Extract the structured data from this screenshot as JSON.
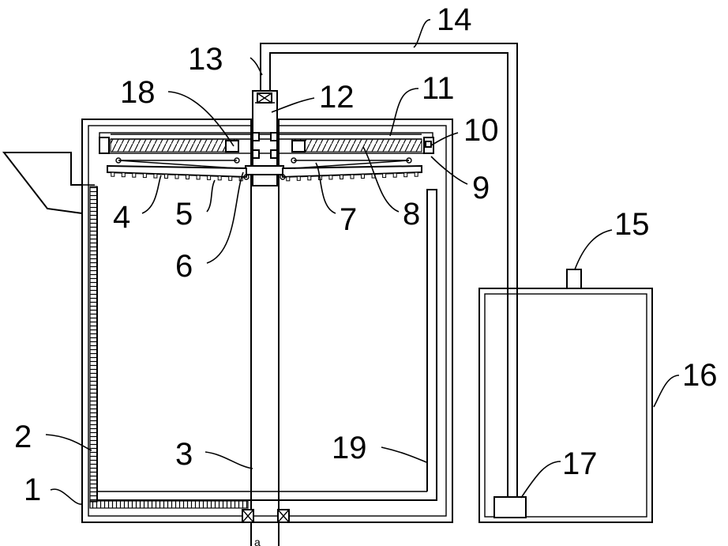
{
  "figure": {
    "labels": [
      "1",
      "2",
      "3",
      "4",
      "5",
      "6",
      "7",
      "8",
      "9",
      "10",
      "11",
      "12",
      "13",
      "14",
      "15",
      "16",
      "17",
      "18",
      "19"
    ]
  }
}
